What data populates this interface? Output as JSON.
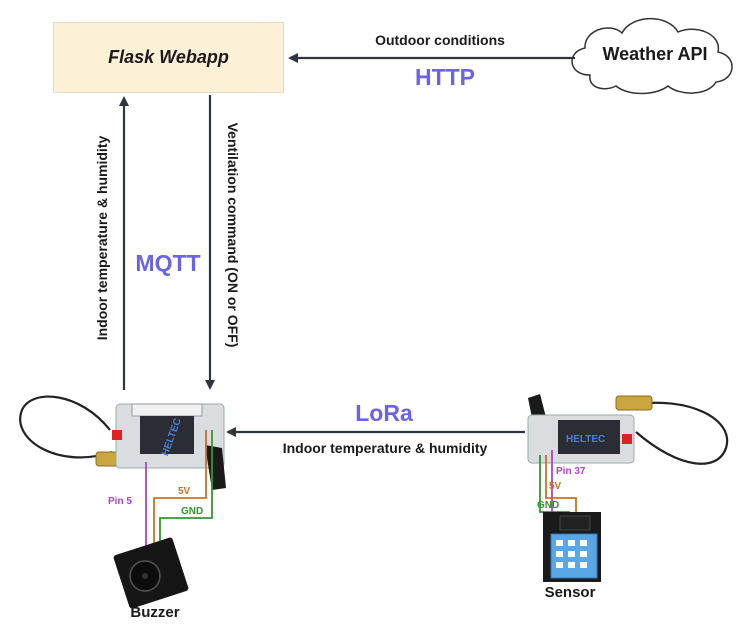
{
  "webapp": {
    "label": "Flask Webapp"
  },
  "weather": {
    "label": "Weather API"
  },
  "edges": {
    "weather_to_webapp": {
      "label": "Outdoor conditions",
      "protocol": "HTTP"
    },
    "device_to_webapp": {
      "label": "Indoor temperature & humidity"
    },
    "webapp_to_device": {
      "label": "Ventilation command (ON or OFF)"
    },
    "mqtt": {
      "protocol": "MQTT"
    },
    "sensor_to_receiver": {
      "label": "Indoor temperature & humidity",
      "protocol": "LoRa"
    }
  },
  "receiver": {
    "board_logo": "HELTEC",
    "pins": {
      "signal": "Pin 5",
      "power": "5V",
      "ground": "GND"
    },
    "peripheral": "Buzzer"
  },
  "sender": {
    "board_logo": "HELTEC",
    "pins": {
      "signal": "Pin 37",
      "power": "5V",
      "ground": "GND"
    },
    "peripheral": "Sensor"
  },
  "colors": {
    "protocol": "#6a63e8",
    "box_fill": "#fcf0d7",
    "wire_signal": "#b040d0",
    "wire_power": "#d0701e",
    "wire_ground": "#2e9a2e",
    "arrow": "#2f3640"
  }
}
